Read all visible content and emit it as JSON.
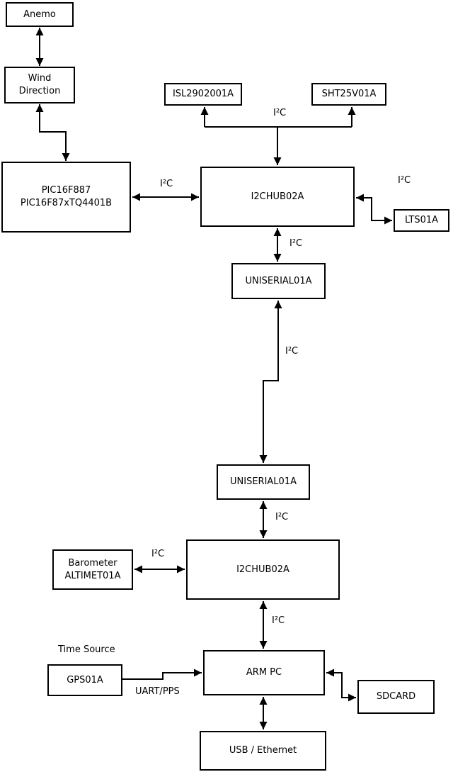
{
  "diagram": {
    "nodes": {
      "anemo": {
        "label": "Anemo"
      },
      "wind_direction": {
        "label": "Wind\nDirection"
      },
      "pic": {
        "label": "PIC16F887\nPIC16F87xTQ4401B"
      },
      "isl": {
        "label": "ISL2902001A"
      },
      "sht": {
        "label": "SHT25V01A"
      },
      "i2chub_top": {
        "label": "I2CHUB02A"
      },
      "lts": {
        "label": "LTS01A"
      },
      "uniserial_top": {
        "label": "UNISERIAL01A"
      },
      "uniserial_bottom": {
        "label": "UNISERIAL01A"
      },
      "i2chub_bottom": {
        "label": "I2CHUB02A"
      },
      "barometer": {
        "label": "Barometer\nALTIMET01A"
      },
      "arm_pc": {
        "label": "ARM PC"
      },
      "gps": {
        "label": "GPS01A"
      },
      "sdcard": {
        "label": "SDCARD"
      },
      "usb_ethernet": {
        "label": "USB / Ethernet"
      }
    },
    "labels": {
      "i2c": "I²C",
      "time_source": "Time Source",
      "uart_pps": "UART/PPS"
    },
    "edges": [
      {
        "from": "Anemo",
        "to": "Wind Direction",
        "direction": "bidirectional"
      },
      {
        "from": "Wind Direction",
        "to": "PIC16F887 PIC16F87xTQ4401B",
        "direction": "bidirectional"
      },
      {
        "from": "PIC16F887 PIC16F87xTQ4401B",
        "to": "I2CHUB02A (top)",
        "direction": "bidirectional",
        "label": "I²C"
      },
      {
        "from": "I2CHUB02A (top)",
        "to": "ISL2902001A",
        "direction": "to",
        "label": "I²C"
      },
      {
        "from": "I2CHUB02A (top)",
        "to": "SHT25V01A",
        "direction": "to",
        "label": "I²C"
      },
      {
        "from": "I2CHUB02A (top)",
        "to": "LTS01A",
        "direction": "bidirectional",
        "label": "I²C"
      },
      {
        "from": "I2CHUB02A (top)",
        "to": "UNISERIAL01A (top)",
        "direction": "bidirectional",
        "label": "I²C"
      },
      {
        "from": "UNISERIAL01A (top)",
        "to": "UNISERIAL01A (bottom)",
        "direction": "bidirectional",
        "label": "I²C"
      },
      {
        "from": "UNISERIAL01A (bottom)",
        "to": "I2CHUB02A (bottom)",
        "direction": "bidirectional",
        "label": "I²C"
      },
      {
        "from": "Barometer ALTIMET01A",
        "to": "I2CHUB02A (bottom)",
        "direction": "bidirectional",
        "label": "I²C"
      },
      {
        "from": "I2CHUB02A (bottom)",
        "to": "ARM PC",
        "direction": "bidirectional",
        "label": "I²C"
      },
      {
        "from": "GPS01A",
        "to": "ARM PC",
        "direction": "to",
        "label": "UART/PPS",
        "note": "Time Source"
      },
      {
        "from": "ARM PC",
        "to": "SDCARD",
        "direction": "bidirectional"
      },
      {
        "from": "ARM PC",
        "to": "USB / Ethernet",
        "direction": "bidirectional"
      }
    ],
    "colors": {
      "line": "#000000",
      "box_background": "#ffffff",
      "page_background": "#ffffff"
    }
  }
}
